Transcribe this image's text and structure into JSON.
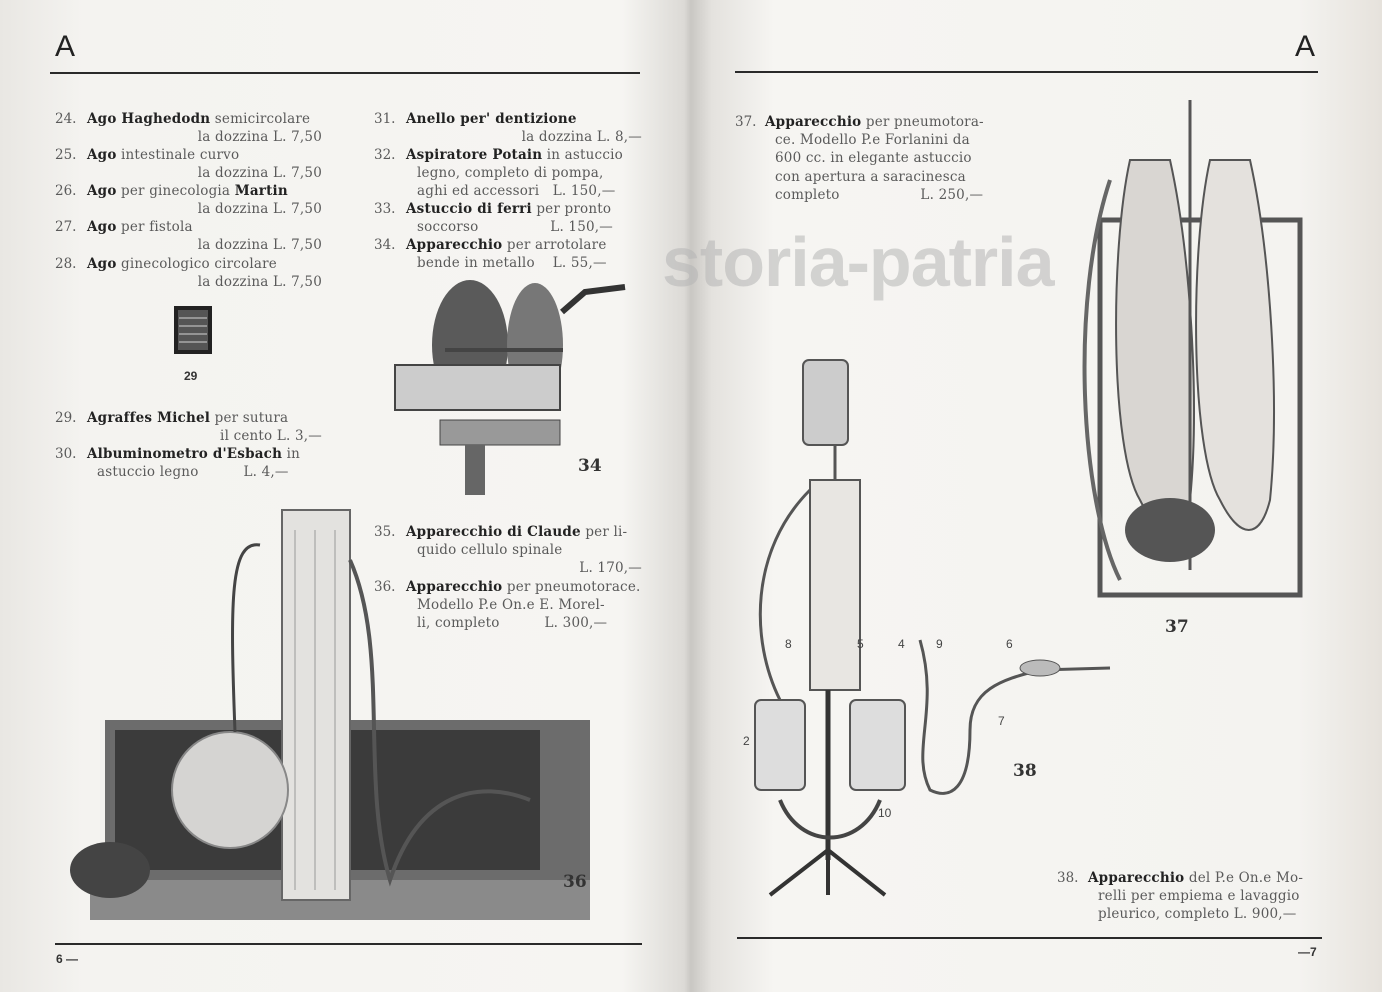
{
  "left_page": {
    "section_letter": "A",
    "page_number": "6 —",
    "columns": [
      {
        "x": "col1",
        "entries": [
          {
            "num": "24.",
            "lines": [
              {
                "b": "Ago Haghedodn",
                "t": " semicircolare"
              },
              {
                "t": "la dozzina L. 7,50",
                "right": true
              }
            ]
          },
          {
            "num": "25.",
            "lines": [
              {
                "b": "Ago",
                "t": " intestinale curvo"
              },
              {
                "t": "la dozzina L. 7,50",
                "right": true
              }
            ]
          },
          {
            "num": "26.",
            "lines": [
              {
                "b": "Ago",
                "t": " per ginecologia ",
                "b2": "Martin"
              },
              {
                "t": "la dozzina L. 7,50",
                "right": true
              }
            ]
          },
          {
            "num": "27.",
            "lines": [
              {
                "b": "Ago",
                "t": " per fistola"
              },
              {
                "t": "la dozzina L. 7,50",
                "right": true
              }
            ]
          },
          {
            "num": "28.",
            "lines": [
              {
                "b": "Ago",
                "t": " ginecologico circolare"
              },
              {
                "t": "la dozzina L. 7,50",
                "right": true
              }
            ]
          },
          {
            "num": "29.",
            "lines": [
              {
                "b": "Agraffes Michel",
                "t": " per sutura"
              },
              {
                "t": "il cento L. 3,—",
                "right": true
              }
            ]
          },
          {
            "num": "30.",
            "lines": [
              {
                "b": "Albuminometro d'Esbach",
                "t": " in"
              },
              {
                "t": "astuccio legno          L. 4,—"
              }
            ]
          }
        ]
      },
      {
        "x": "col2",
        "entries": [
          {
            "num": "31.",
            "lines": [
              {
                "b": "Anello per' dentizione"
              },
              {
                "t": "la dozzina L. 8,—",
                "right": true
              }
            ]
          },
          {
            "num": "32.",
            "lines": [
              {
                "b": "Aspiratore Potain",
                "t": " in astuccio"
              },
              {
                "t": "legno, completo di pompa,"
              },
              {
                "t": "aghi ed accessori   L. 150,—"
              }
            ]
          },
          {
            "num": "33.",
            "lines": [
              {
                "b": "Astuccio di ferri",
                "t": " per pronto"
              },
              {
                "t": "soccorso                L. 150,—"
              }
            ]
          },
          {
            "num": "34.",
            "lines": [
              {
                "b": "Apparecchio",
                "t": " per arrotolare"
              },
              {
                "t": "bende in metallo    L. 55,—"
              }
            ]
          },
          {
            "num": "35.",
            "lines": [
              {
                "b": "Apparecchio di Claude",
                "t": " per li-"
              },
              {
                "t": "quido cellulo spinale"
              },
              {
                "t": "L. 170,—",
                "right": true
              }
            ]
          },
          {
            "num": "36.",
            "lines": [
              {
                "b": "Apparecchio",
                "t": " per pneumotorace."
              },
              {
                "t": "Modello P.e On.e E. Morel-"
              },
              {
                "t": "li, completo          L. 300,—"
              }
            ]
          }
        ]
      }
    ],
    "figures": [
      "29",
      "34",
      "36"
    ]
  },
  "right_page": {
    "section_letter": "A",
    "page_number": "—7",
    "entries": [
      {
        "num": "37.",
        "lines": [
          {
            "b": "Apparecchio",
            "t": " per pneumotora-"
          },
          {
            "t": "ce. Modello P.e Forlanini da"
          },
          {
            "t": "600 cc. in elegante astuccio"
          },
          {
            "t": "con apertura a saracinesca"
          },
          {
            "t": "completo                  L. 250,—"
          }
        ]
      },
      {
        "num": "38.",
        "lines": [
          {
            "b": "Apparecchio",
            "t": " del P.e On.e Mo-"
          },
          {
            "t": "relli per empiema e lavaggio"
          },
          {
            "t": "pleurico, completo L. 900,—"
          }
        ]
      }
    ],
    "figures": [
      "37",
      "38"
    ],
    "diagram_labels": [
      "8",
      "5",
      "4",
      "9",
      "6",
      "7",
      "2",
      "10"
    ]
  },
  "watermark": "storia-patria",
  "colors": {
    "paper": "#f5f4f1",
    "ink": "#222222",
    "text": "#5a5a5a"
  }
}
